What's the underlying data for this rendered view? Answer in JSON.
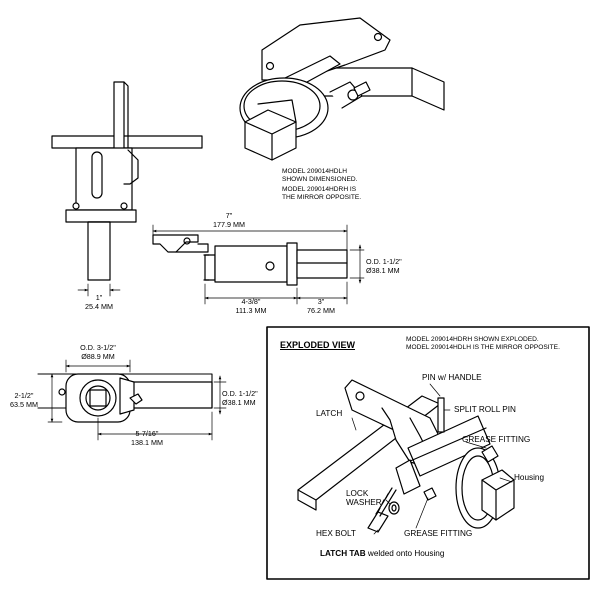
{
  "notes": {
    "model_dim_1": "MODEL 209014HDLH",
    "model_dim_2": "SHOWN DIMENSIONED.",
    "model_mirror_1": "MODEL 209014HDRH IS",
    "model_mirror_2": "THE MIRROR OPPOSITE."
  },
  "dimensions": {
    "overall_in": "7\"",
    "overall_mm": "177.9 MM",
    "od_handle_in": "O.D. 1-1/2\"",
    "od_handle_mm": "Ø38.1 MM",
    "width_in": "1\"",
    "width_mm": "25.4 MM",
    "housing_in": "4-3/8\"",
    "housing_mm": "111.3 MM",
    "handle_in": "3\"",
    "handle_mm": "76.2 MM",
    "flange_od_in": "O.D. 3-1/2\"",
    "flange_od_mm": "Ø88.9 MM",
    "height_in": "2-1/2\"",
    "height_mm": "63.5 MM",
    "od_end_in": "O.D. 1-1/2\"",
    "od_end_mm": "Ø38.1 MM",
    "length_in": "5-7/16\"",
    "length_mm": "138.1 MM"
  },
  "exploded": {
    "title": "EXPLODED VIEW",
    "note_1": "MODEL 209014HDRH SHOWN EXPLODED.",
    "note_2": "MODEL 209014HDLH IS THE MIRROR OPPOSITE.",
    "parts": {
      "pin_handle": "PIN w/ HANDLE",
      "latch": "LATCH",
      "split_roll_pin": "SPLIT ROLL PIN",
      "grease_fitting_top": "GREASE FITTING",
      "housing": "Housing",
      "lock_washer_1": "LOCK",
      "lock_washer_2": "WASHER",
      "hex_bolt": "HEX BOLT",
      "grease_fitting_bottom": "GREASE FITTING",
      "latch_tab_bold": "LATCH TAB",
      "latch_tab_rest": " welded onto Housing"
    }
  }
}
